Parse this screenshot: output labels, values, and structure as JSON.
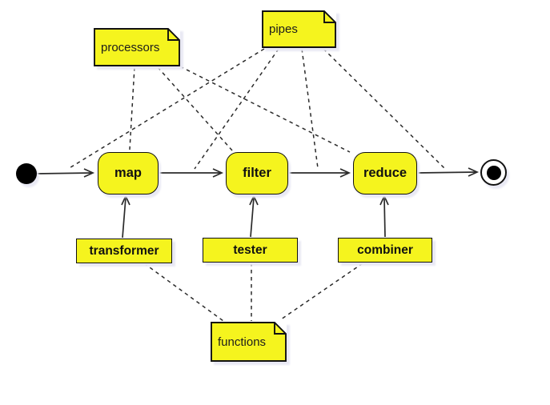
{
  "diagram": {
    "type": "uml-activity-diagram",
    "background_color": "#ffffff",
    "shape_fill_color": "#f5f41e",
    "border_color": "#111111",
    "edge_color": "#2b2b2b",
    "activities": {
      "map": {
        "label": "map"
      },
      "filter": {
        "label": "filter"
      },
      "reduce": {
        "label": "reduce"
      }
    },
    "objects": {
      "transformer": {
        "label": "transformer"
      },
      "tester": {
        "label": "tester"
      },
      "combiner": {
        "label": "combiner"
      }
    },
    "notes": {
      "processors": {
        "label": "processors"
      },
      "pipes": {
        "label": "pipes"
      },
      "functions": {
        "label": "functions"
      }
    },
    "terminals": {
      "start": {
        "name": "initial-state"
      },
      "end": {
        "name": "final-state"
      }
    },
    "edges": [
      {
        "from": "start",
        "to": "map",
        "style": "solid-arrow"
      },
      {
        "from": "map",
        "to": "filter",
        "style": "solid-arrow"
      },
      {
        "from": "filter",
        "to": "reduce",
        "style": "solid-arrow"
      },
      {
        "from": "reduce",
        "to": "end",
        "style": "solid-arrow"
      },
      {
        "from": "transformer",
        "to": "map",
        "style": "solid-arrow"
      },
      {
        "from": "tester",
        "to": "filter",
        "style": "solid-arrow"
      },
      {
        "from": "combiner",
        "to": "reduce",
        "style": "solid-arrow"
      },
      {
        "from": "processors",
        "to": "map",
        "style": "dashed-note-link"
      },
      {
        "from": "processors",
        "to": "filter",
        "style": "dashed-note-link"
      },
      {
        "from": "processors",
        "to": "reduce",
        "style": "dashed-note-link"
      },
      {
        "from": "pipes",
        "to": "start-map-transition",
        "style": "dashed-note-link"
      },
      {
        "from": "pipes",
        "to": "map-filter-transition",
        "style": "dashed-note-link"
      },
      {
        "from": "pipes",
        "to": "filter-reduce-transition",
        "style": "dashed-note-link"
      },
      {
        "from": "pipes",
        "to": "reduce-end-transition",
        "style": "dashed-note-link"
      },
      {
        "from": "transformer",
        "to": "functions",
        "style": "dashed-note-link"
      },
      {
        "from": "tester",
        "to": "functions",
        "style": "dashed-note-link"
      },
      {
        "from": "combiner",
        "to": "functions",
        "style": "dashed-note-link"
      }
    ]
  }
}
